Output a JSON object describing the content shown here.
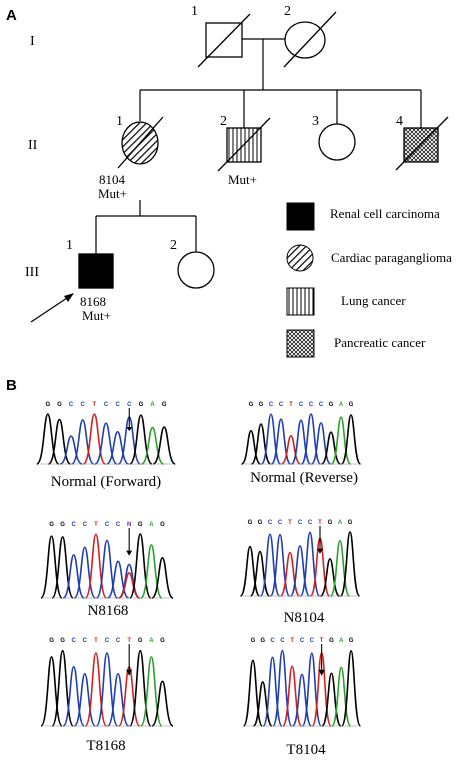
{
  "panel_a": {
    "label": "A",
    "generations": [
      "I",
      "II",
      "III"
    ],
    "gen1": {
      "m1": "1",
      "m2": "2"
    },
    "gen2": {
      "m1": {
        "num": "1",
        "id": "8104",
        "status": "Mut+"
      },
      "m2": {
        "num": "2",
        "status": "Mut+"
      },
      "m3": {
        "num": "3"
      },
      "m4": {
        "num": "4"
      }
    },
    "gen3": {
      "m1": {
        "num": "1",
        "id": "8168",
        "status": "Mut+"
      },
      "m2": {
        "num": "2"
      }
    },
    "legend": [
      {
        "label": "Renal cell carcinoma",
        "fill": "solid"
      },
      {
        "label": "Cardiac paraganglioma",
        "fill": "diagonal"
      },
      {
        "label": "Lung cancer",
        "fill": "vertical"
      },
      {
        "label": "Pancreatic cancer",
        "fill": "crosshatch"
      }
    ]
  },
  "panel_b": {
    "label": "B",
    "colors": {
      "G": "#000000",
      "C": "#1f3fb0",
      "T": "#d42020",
      "A": "#2ca02c",
      "N": "#7a2a9a"
    },
    "traces": [
      {
        "label": "Normal (Forward)",
        "seq": [
          "G",
          "G",
          "C",
          "C",
          "T",
          "C",
          "C",
          "C",
          "G",
          "A",
          "G"
        ]
      },
      {
        "label": "Normal (Reverse)",
        "seq": [
          "G",
          "G",
          "C",
          "C",
          "T",
          "C",
          "C",
          "C",
          "G",
          "A",
          "G"
        ]
      },
      {
        "label": "N8168",
        "seq": [
          "G",
          "G",
          "C",
          "C",
          "T",
          "C",
          "C",
          "N",
          "G",
          "A",
          "G"
        ]
      },
      {
        "label": "N8104",
        "seq": [
          "G",
          "G",
          "C",
          "C",
          "T",
          "C",
          "C",
          "T",
          "G",
          "A",
          "G"
        ]
      },
      {
        "label": "T8168",
        "seq": [
          "G",
          "G",
          "C",
          "C",
          "T",
          "C",
          "C",
          "T",
          "G",
          "A",
          "G"
        ]
      },
      {
        "label": "T8104",
        "seq": [
          "G",
          "G",
          "C",
          "C",
          "T",
          "C",
          "C",
          "T",
          "G",
          "A",
          "G"
        ]
      }
    ]
  }
}
